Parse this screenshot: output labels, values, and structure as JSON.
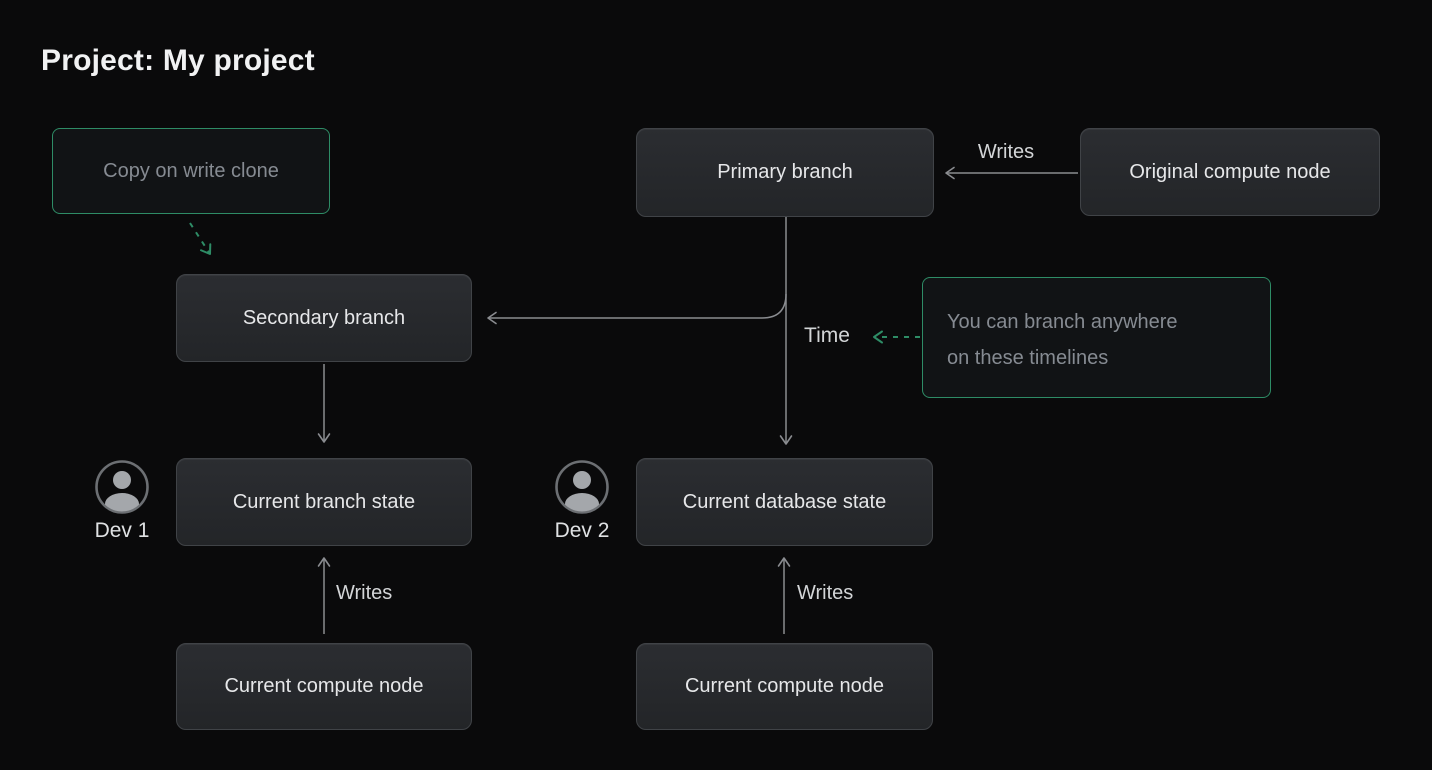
{
  "title": "Project: My project",
  "colors": {
    "background": "#0a0a0b",
    "accent_green": "#2e8c66",
    "node_fill": "#26282b",
    "arrow_gray": "#8a8c90"
  },
  "nodes": {
    "copy_on_write_clone": "Copy on write clone",
    "primary_branch": "Primary branch",
    "original_compute_node": "Original compute node",
    "secondary_branch": "Secondary branch",
    "branch_anywhere_note": "You can branch anywhere on these timelines",
    "current_branch_state": "Current branch state",
    "current_database_state": "Current database state",
    "current_compute_node_left": "Current compute node",
    "current_compute_node_right": "Current compute node"
  },
  "edge_labels": {
    "writes_top": "Writes",
    "time": "Time",
    "writes_left": "Writes",
    "writes_right": "Writes"
  },
  "actors": {
    "dev1": "Dev 1",
    "dev2": "Dev 2"
  }
}
